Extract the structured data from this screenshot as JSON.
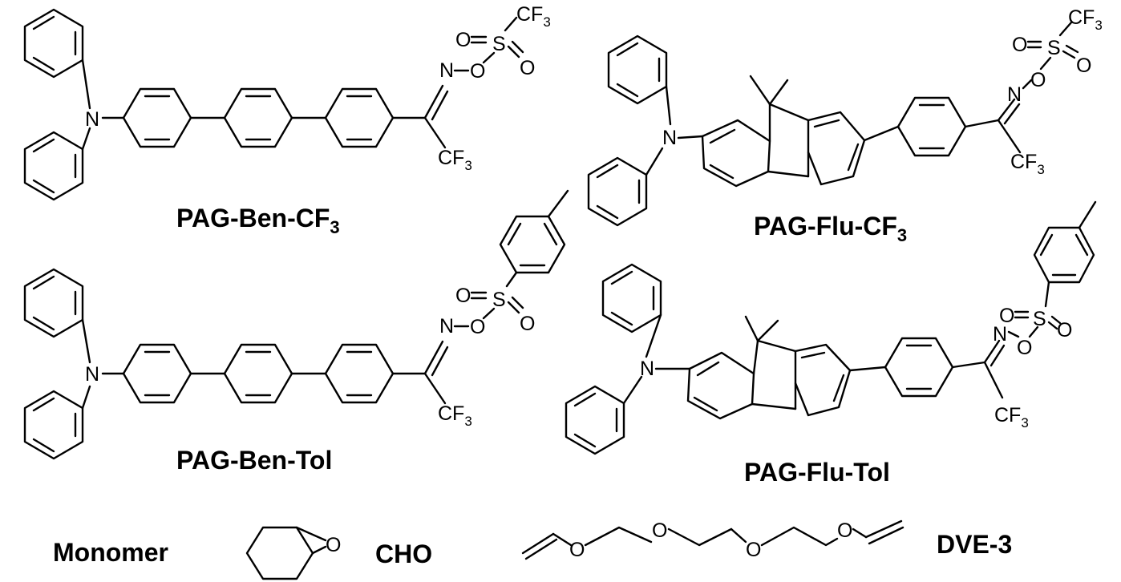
{
  "compounds": {
    "pag_ben_cf3": {
      "name": "PAG-Ben-CF",
      "name_sub": "3"
    },
    "pag_flu_cf3": {
      "name": "PAG-Flu-CF",
      "name_sub": "3"
    },
    "pag_ben_tol": {
      "name": "PAG-Ben-Tol"
    },
    "pag_flu_tol": {
      "name": "PAG-Flu-Tol"
    }
  },
  "monomer_section": {
    "label": "Monomer",
    "cho_label": "CHO",
    "dve_label": "DVE-3"
  },
  "atoms": {
    "N": "N",
    "O": "O",
    "S": "S",
    "CF": "CF",
    "three": "3"
  }
}
